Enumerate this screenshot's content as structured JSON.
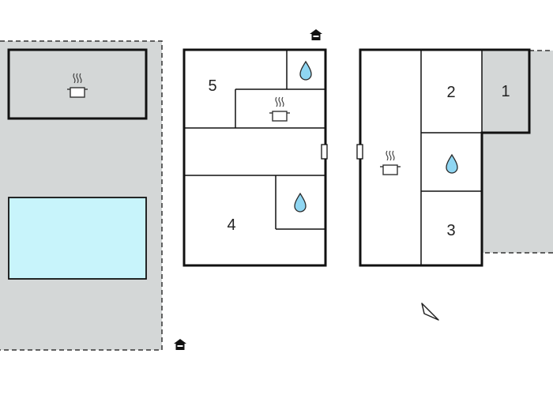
{
  "rooms": {
    "r1": "1",
    "r2": "2",
    "r3": "3",
    "r4": "4",
    "r5": "5"
  },
  "icons": {
    "kitchen": "cooking-pot-icon",
    "bathroom": "water-drop-icon",
    "entrance": "house-icon",
    "north": "compass-arrow-icon"
  },
  "colors": {
    "terrace": "#d4d7d7",
    "pool": "#c8f4fb",
    "wall": "#111111",
    "floor": "#ffffff"
  }
}
